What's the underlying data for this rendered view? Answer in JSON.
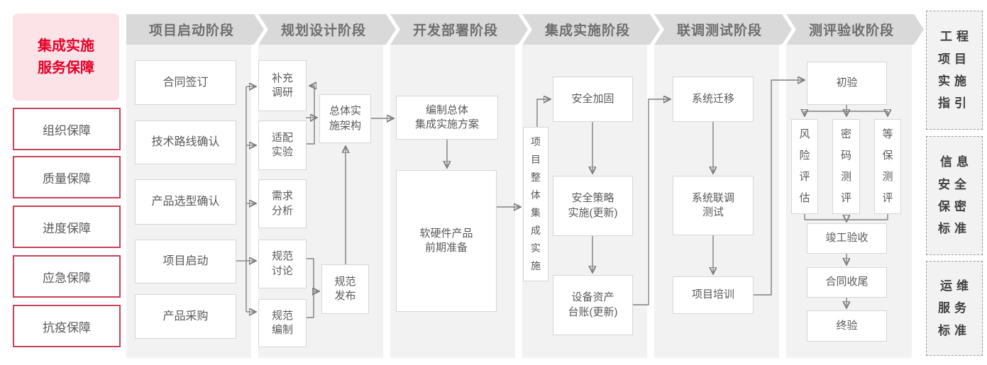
{
  "palette": {
    "accent_red": "#e60028",
    "pink_background": "#fbe3e8",
    "assurance_border_red": "#c64257",
    "phase_band_gray": "#d9d9d9",
    "panel_gray": "#f2f2f2",
    "connector_gray": "#7f7f7f",
    "text_gray": "#595959"
  },
  "sidebar": {
    "title": "集成实施\n服务保障",
    "items": [
      "组织保障",
      "质量保障",
      "进度保障",
      "应急保障",
      "抗疫保障"
    ]
  },
  "phases": [
    {
      "header": "项目启动阶段",
      "boxes": [
        "合同签订",
        "技术路线确认",
        "产品选型确认",
        "项目启动",
        "产品采购"
      ]
    },
    {
      "header": "规划设计阶段",
      "boxes": [
        "补充\n调研",
        "适配\n实验",
        "需求\n分析",
        "规范\n讨论",
        "规范\n编制",
        "总体实\n施架构",
        "规范\n发布"
      ]
    },
    {
      "header": "开发部署阶段",
      "boxes": [
        "编制总体\n集成实施方案",
        "软硬件产品\n前期准备"
      ]
    },
    {
      "header": "集成实施阶段",
      "boxes": [
        "项\n目\n整\n体\n集\n成\n实\n施",
        "安全加固",
        "安全策略\n实施(更新)",
        "设备资产\n台账(更新)"
      ]
    },
    {
      "header": "联调测试阶段",
      "boxes": [
        "系统迁移",
        "系统联调\n测试",
        "项目培训"
      ]
    },
    {
      "header": "测评验收阶段",
      "boxes": [
        "初验",
        "风\n险\n评\n估",
        "密\n码\n测\n评",
        "等\n保\n测\n评",
        "竣工验收",
        "合同收尾",
        "终验"
      ]
    }
  ],
  "standards": [
    "工程\n项目\n实施\n指引",
    "信息\n安全\n保密\n标准",
    "运维\n服务\n标准"
  ]
}
